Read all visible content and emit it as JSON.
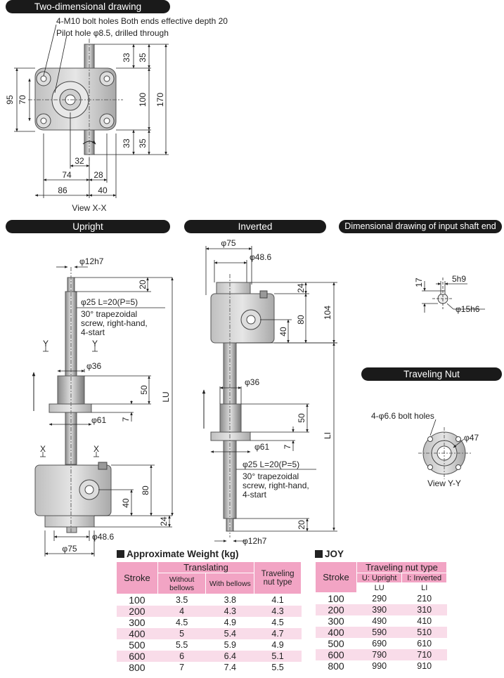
{
  "headers": {
    "two_dim": "Two-dimensional drawing",
    "upright": "Upright",
    "inverted": "Inverted",
    "input_shaft": "Dimensional drawing of input shaft end",
    "traveling_nut": "Traveling Nut"
  },
  "notes": {
    "bolt_holes": "4-M10 bolt holes   Both ends effective depth 20",
    "pilot_hole": "Pilot hole φ8.5, drilled through",
    "view_xx": "View X-X",
    "view_yy": "View Y-Y",
    "screw1": "φ25   L=20(P=5)",
    "screw2": "30° trapezoidal",
    "screw3": "screw, right-hand,",
    "screw4": "4-start",
    "nut_holes": "4-φ6.6 bolt holes",
    "y_label": "Y",
    "x_label": "X"
  },
  "dims": {
    "d95": "95",
    "d70": "70",
    "d33a": "33",
    "d35a": "35",
    "d100": "100",
    "d170": "170",
    "d33b": "33",
    "d35b": "35",
    "d32": "32",
    "d74": "74",
    "d28": "28",
    "d86": "86",
    "d40": "40",
    "phi12h7": "φ12h7",
    "d20": "20",
    "phi36": "φ36",
    "d50": "50",
    "d7": "7",
    "phi61": "φ61",
    "LU": "LU",
    "d80": "80",
    "d40b": "40",
    "d24": "24",
    "phi48_6": "φ48.6",
    "phi75": "φ75",
    "d104": "104",
    "LI": "LI",
    "d17": "17",
    "d5h9": "5h9",
    "phi15h6": "φ15h6",
    "phi47": "φ47"
  },
  "weight_table": {
    "title": "Approximate Weight (kg)",
    "stroke_header": "Stroke",
    "translating_header": "Translating",
    "without_bellows": "Without bellows",
    "with_bellows": "With bellows",
    "traveling_header": "Traveling nut type",
    "rows": [
      {
        "stroke": "100",
        "without": "3.5",
        "with": "3.8",
        "traveling": "4.1"
      },
      {
        "stroke": "200",
        "without": "4",
        "with": "4.3",
        "traveling": "4.3"
      },
      {
        "stroke": "300",
        "without": "4.5",
        "with": "4.9",
        "traveling": "4.5"
      },
      {
        "stroke": "400",
        "without": "5",
        "with": "5.4",
        "traveling": "4.7"
      },
      {
        "stroke": "500",
        "without": "5.5",
        "with": "5.9",
        "traveling": "4.9"
      },
      {
        "stroke": "600",
        "without": "6",
        "with": "6.4",
        "traveling": "5.1"
      },
      {
        "stroke": "800",
        "without": "7",
        "with": "7.4",
        "traveling": "5.5"
      }
    ]
  },
  "joy_table": {
    "title": "JOY",
    "stroke_header": "Stroke",
    "type_header": "Traveling nut type",
    "upright": "U: Upright",
    "inverted": "I: Inverted",
    "lu": "LU",
    "li": "LI",
    "rows": [
      {
        "stroke": "100",
        "lu": "290",
        "li": "210"
      },
      {
        "stroke": "200",
        "lu": "390",
        "li": "310"
      },
      {
        "stroke": "300",
        "lu": "490",
        "li": "410"
      },
      {
        "stroke": "400",
        "lu": "590",
        "li": "510"
      },
      {
        "stroke": "500",
        "lu": "690",
        "li": "610"
      },
      {
        "stroke": "600",
        "lu": "790",
        "li": "710"
      },
      {
        "stroke": "800",
        "lu": "990",
        "li": "910"
      }
    ]
  }
}
